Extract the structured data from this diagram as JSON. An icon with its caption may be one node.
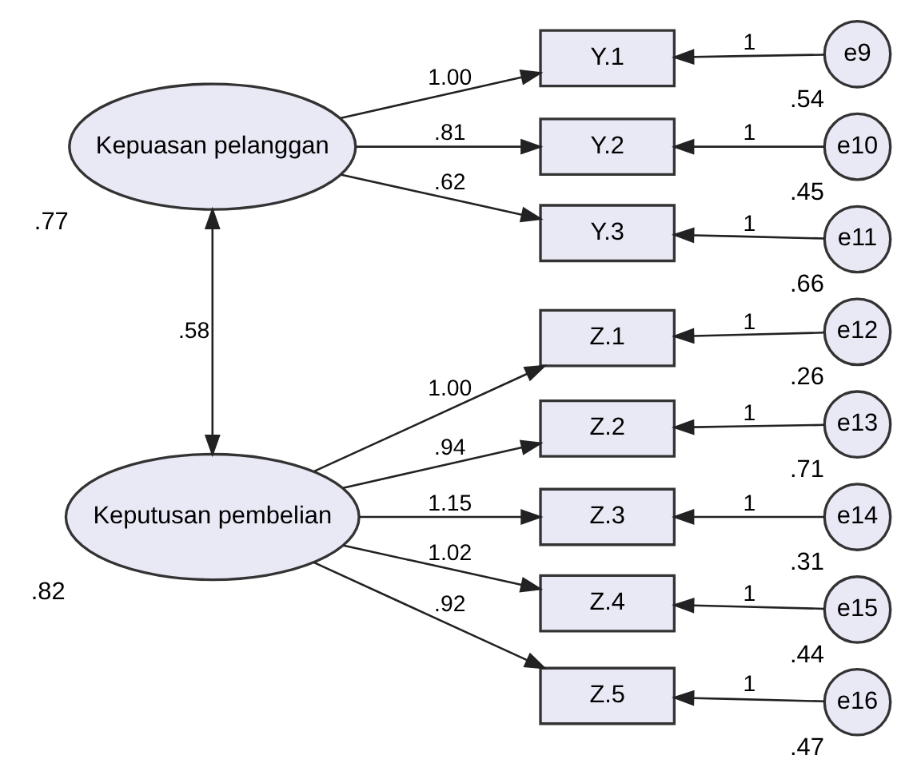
{
  "diagram": {
    "nodes": [
      {
        "text": [
          "Kepuasan pelanggan"
        ],
        "beside": [
          ".77"
        ]
      },
      {
        "text": [
          "Keputusan pembelian"
        ],
        "beside": [
          ".82"
        ]
      },
      {
        "text": [
          "Y.1"
        ]
      },
      {
        "text": [
          "Y.2"
        ]
      },
      {
        "text": [
          "Y.3"
        ]
      },
      {
        "text": [
          "Z.1"
        ]
      },
      {
        "text": [
          "Z.2"
        ]
      },
      {
        "text": [
          "Z.3"
        ]
      },
      {
        "text": [
          "Z.4"
        ]
      },
      {
        "text": [
          "Z.5"
        ]
      },
      {
        "text": [
          "e9"
        ],
        "beside": [
          ".54"
        ]
      },
      {
        "text": [
          "e10"
        ],
        "beside": [
          ".45"
        ]
      },
      {
        "text": [
          "e11"
        ],
        "beside": [
          ".66"
        ]
      },
      {
        "text": [
          "e12"
        ],
        "beside": [
          ".26"
        ]
      },
      {
        "text": [
          "e13"
        ],
        "beside": [
          ".71"
        ]
      },
      {
        "text": [
          "e14"
        ],
        "beside": [
          ".31"
        ]
      },
      {
        "text": [
          "e15"
        ],
        "beside": [
          ".44"
        ]
      },
      {
        "text": [
          "e16"
        ],
        "beside": [
          ".47"
        ]
      }
    ],
    "edges": [
      {
        "from": 0,
        "to": 1,
        "arrow": "both",
        "label": ".58"
      },
      {
        "from": 0,
        "to": 2,
        "arrow": "to",
        "label": "1.00"
      },
      {
        "from": 0,
        "to": 3,
        "arrow": "to",
        "label": ".81"
      },
      {
        "from": 0,
        "to": 4,
        "arrow": "to",
        "label": ".62"
      },
      {
        "from": 1,
        "to": 5,
        "arrow": "to",
        "label": "1.00"
      },
      {
        "from": 1,
        "to": 6,
        "arrow": "to",
        "label": ".94"
      },
      {
        "from": 1,
        "to": 7,
        "arrow": "to",
        "label": "1.15"
      },
      {
        "from": 1,
        "to": 8,
        "arrow": "to",
        "label": "1.02"
      },
      {
        "from": 1,
        "to": 9,
        "arrow": "to",
        "label": ".92"
      },
      {
        "from": 10,
        "to": 2,
        "arrow": "to",
        "label": "1"
      },
      {
        "from": 11,
        "to": 3,
        "arrow": "to",
        "label": "1"
      },
      {
        "from": 12,
        "to": 4,
        "arrow": "to",
        "label": "1"
      },
      {
        "from": 13,
        "to": 5,
        "arrow": "to",
        "label": "1"
      },
      {
        "from": 14,
        "to": 6,
        "arrow": "to",
        "label": "1"
      },
      {
        "from": 15,
        "to": 7,
        "arrow": "to",
        "label": "1"
      },
      {
        "from": 16,
        "to": 8,
        "arrow": "to",
        "label": "1"
      },
      {
        "from": 17,
        "to": 9,
        "arrow": "to",
        "label": "1"
      }
    ]
  }
}
